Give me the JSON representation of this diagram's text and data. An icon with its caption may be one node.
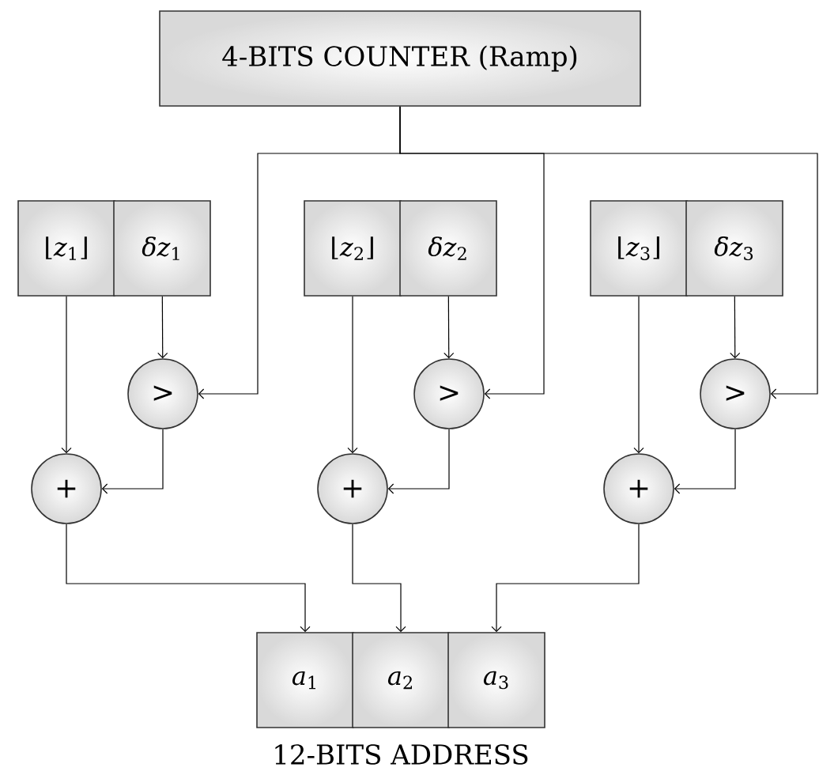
{
  "diagram": {
    "nodes": [
      {
        "text": [
          "4-BITS COUNTER (Ramp)"
        ]
      },
      {
        "text": [
          "⌊*z*$_{1}$⌋"
        ]
      },
      {
        "text": [
          "*δz*$_{1}$"
        ]
      },
      {
        "text": [
          "⌊*z*$_{2}$⌋"
        ]
      },
      {
        "text": [
          "*δz*$_{2}$"
        ]
      },
      {
        "text": [
          "⌊*z*$_{3}$⌋"
        ]
      },
      {
        "text": [
          "*δz*$_{3}$"
        ]
      },
      {
        "text": [
          ">"
        ]
      },
      {
        "text": [
          ">"
        ]
      },
      {
        "text": [
          ">"
        ]
      },
      {
        "text": [
          "+"
        ]
      },
      {
        "text": [
          "+"
        ]
      },
      {
        "text": [
          "+"
        ]
      },
      {
        "text": [
          "*a*$_{1}$"
        ]
      },
      {
        "text": [
          "*a*$_{2}$"
        ]
      },
      {
        "text": [
          "*a*$_{3}$"
        ]
      }
    ],
    "edges": [
      {
        "from": 0,
        "to": 7,
        "arrow": "to"
      },
      {
        "from": 0,
        "to": 8,
        "arrow": "to"
      },
      {
        "from": 0,
        "to": 9,
        "arrow": "to"
      },
      {
        "from": 2,
        "to": 7,
        "arrow": "to"
      },
      {
        "from": 1,
        "to": 10,
        "arrow": "to"
      },
      {
        "from": 7,
        "to": 10,
        "arrow": "to"
      },
      {
        "from": 4,
        "to": 8,
        "arrow": "to"
      },
      {
        "from": 3,
        "to": 11,
        "arrow": "to"
      },
      {
        "from": 8,
        "to": 11,
        "arrow": "to"
      },
      {
        "from": 6,
        "to": 9,
        "arrow": "to"
      },
      {
        "from": 5,
        "to": 12,
        "arrow": "to"
      },
      {
        "from": 9,
        "to": 12,
        "arrow": "to"
      },
      {
        "from": 10,
        "to": 13,
        "arrow": "to"
      },
      {
        "from": 11,
        "to": 14,
        "arrow": "to"
      },
      {
        "from": 12,
        "to": 15,
        "arrow": "to"
      }
    ],
    "labels": [
      "12-BITS ADDRESS"
    ]
  }
}
